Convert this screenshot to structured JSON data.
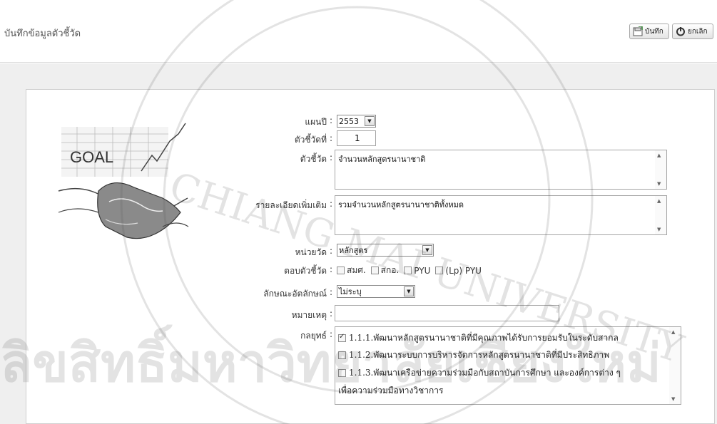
{
  "page": {
    "title": "บันทึกข้อมูลตัวชี้วัด"
  },
  "toolbar": {
    "save_label": "บันทึก",
    "cancel_label": "ยกเลิก"
  },
  "illustration": {
    "goal_text": "GOAL"
  },
  "form": {
    "plan_year": {
      "label": "แผนปี",
      "value": "2553"
    },
    "indicator_no": {
      "label": "ตัวชี้วัดที่",
      "value": "1"
    },
    "indicator": {
      "label": "ตัวชี้วัด",
      "value": "จำนวนหลักสูตรนานาชาติ"
    },
    "details": {
      "label": "รายละเอียดเพิ่มเติม",
      "value": "รวมจำนวนหลักสูตรนานาชาติทั้งหมด"
    },
    "unit": {
      "label": "หน่วยวัด",
      "value": "หลักสูตร"
    },
    "responds": {
      "label": "ตอบตัวชี้วัด",
      "options": [
        {
          "label": "สมศ.",
          "checked": false
        },
        {
          "label": "สกอ.",
          "checked": false
        },
        {
          "label": "PYU",
          "checked": false
        },
        {
          "label": "(Lp) PYU",
          "checked": false
        }
      ]
    },
    "character": {
      "label": "ลักษณะอัตลักษณ์",
      "value": "ไม่ระบุ"
    },
    "note": {
      "label": "หมายเหตุ",
      "value": ""
    },
    "strategy": {
      "label": "กลยุทธ์",
      "items": [
        {
          "text": "1.1.1.พัฒนาหลักสูตรนานาชาติที่มีคุณภาพได้รับการยอมรับในระดับสากล",
          "checked": true
        },
        {
          "text": "1.1.2.พัฒนาระบบการบริหารจัดการหลักสูตรนานาชาติที่มีประสิทธิภาพ",
          "checked": false
        },
        {
          "text": "1.1.3.พัฒนาเครือข่ายความร่วมมือกับสถาบันการศึกษา และองค์การต่าง ๆ",
          "continuation": "เพื่อความร่วมมือทางวิชาการ",
          "checked": false
        }
      ]
    }
  },
  "watermark": {
    "text_left": "ลิขสิทธิ์มหาวิทยาลัยเชียงใหม่",
    "seal_text": "CHIANG MAI UNIVERSITY"
  }
}
